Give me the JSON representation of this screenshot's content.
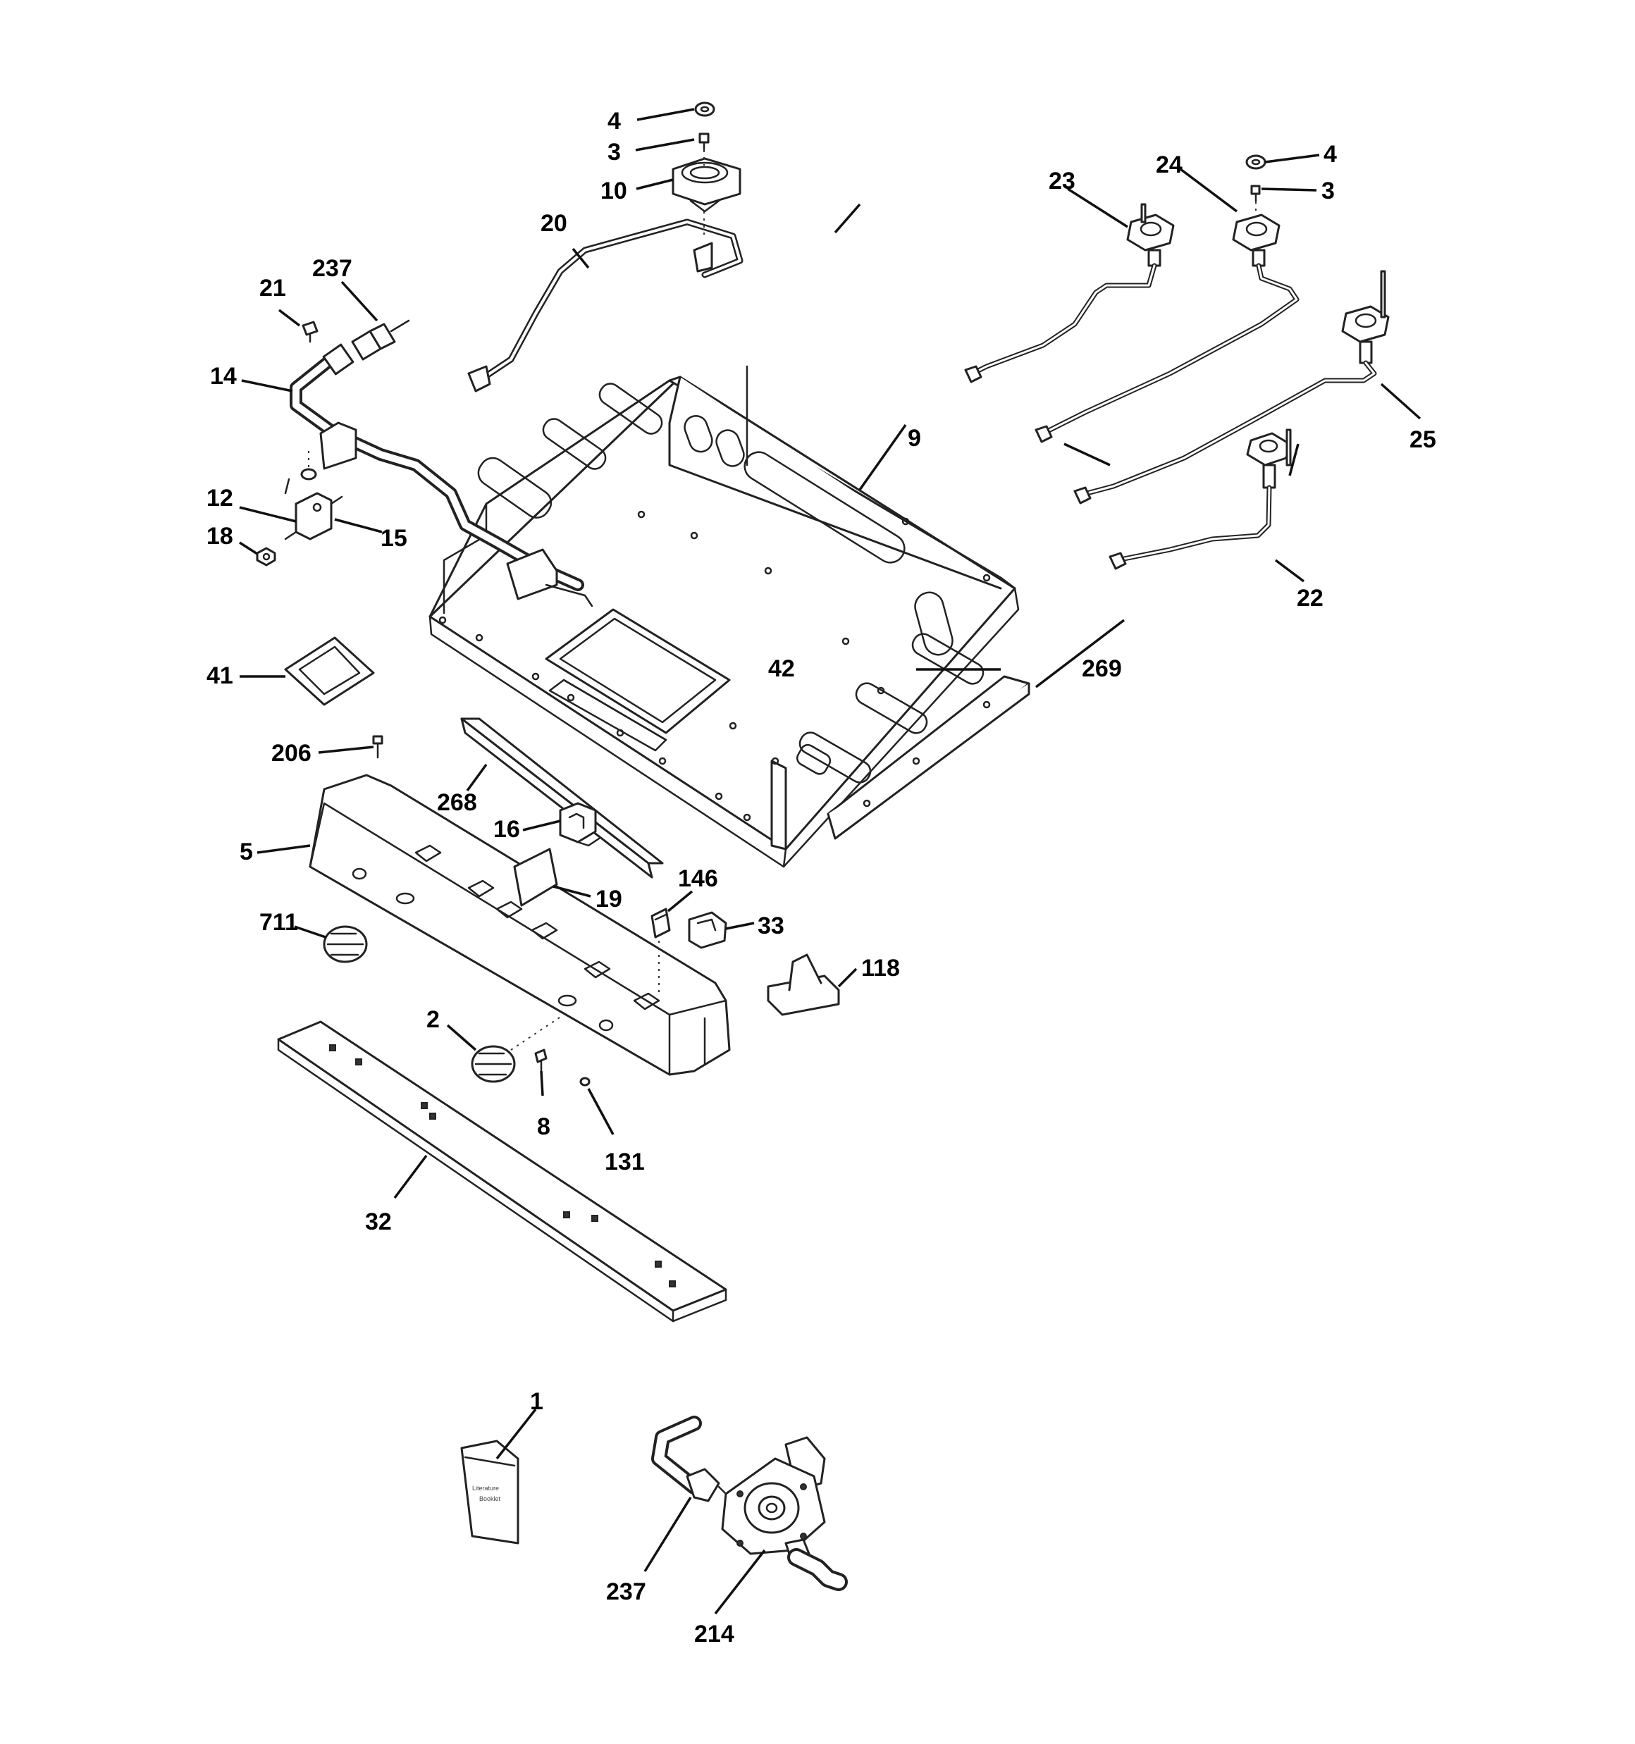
{
  "callouts": {
    "c1": "1",
    "c2": "2",
    "c3a": "3",
    "c3b": "3",
    "c4a": "4",
    "c4b": "4",
    "c5": "5",
    "c8": "8",
    "c9": "9",
    "c10": "10",
    "c12": "12",
    "c14": "14",
    "c15": "15",
    "c16": "16",
    "c18": "18",
    "c19": "19",
    "c20": "20",
    "c21": "21",
    "c22": "22",
    "c23": "23",
    "c24": "24",
    "c25": "25",
    "c32": "32",
    "c33": "33",
    "c41": "41",
    "c42": "42",
    "c118": "118",
    "c131": "131",
    "c146": "146",
    "c206": "206",
    "c214": "214",
    "c237a": "237",
    "c237b": "237",
    "c268": "268",
    "c269": "269",
    "c711": "711"
  }
}
